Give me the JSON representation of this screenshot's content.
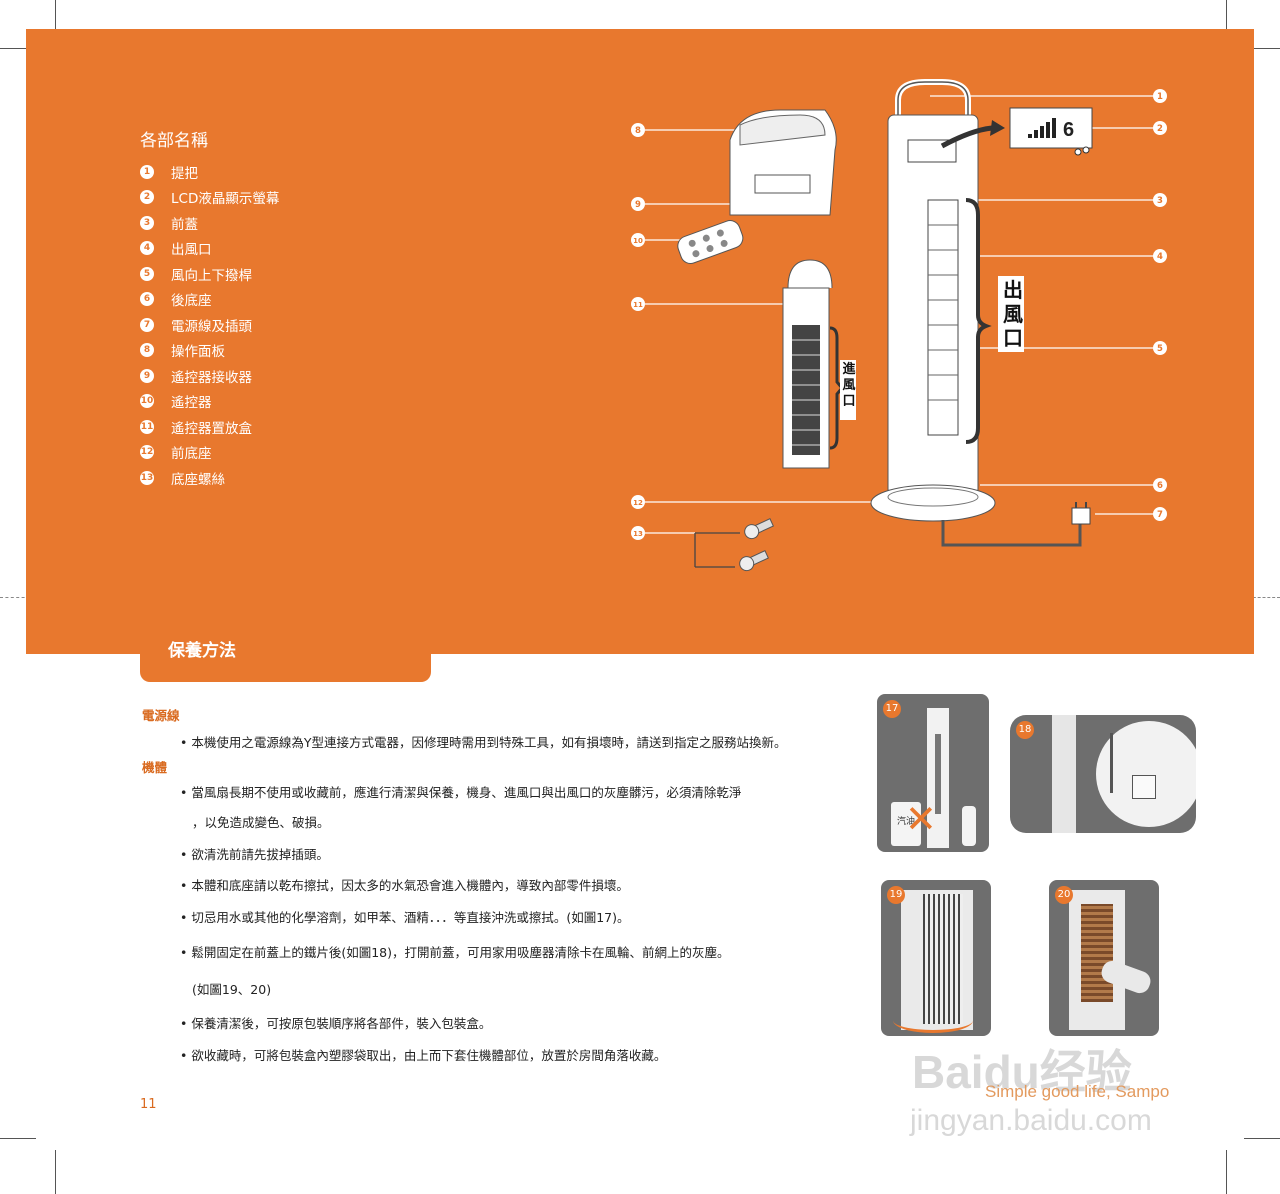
{
  "parts_section": {
    "title": "各部名稱",
    "items": [
      {
        "num": "1",
        "label": "提把"
      },
      {
        "num": "2",
        "label": "LCD液晶顯示螢幕"
      },
      {
        "num": "3",
        "label": "前蓋"
      },
      {
        "num": "4",
        "label": "出風口"
      },
      {
        "num": "5",
        "label": "風向上下撥桿"
      },
      {
        "num": "6",
        "label": "後底座"
      },
      {
        "num": "7",
        "label": "電源線及插頭"
      },
      {
        "num": "8",
        "label": "操作面板"
      },
      {
        "num": "9",
        "label": "遙控器接收器"
      },
      {
        "num": "10",
        "label": "遙控器"
      },
      {
        "num": "11",
        "label": "遙控器置放盒"
      },
      {
        "num": "12",
        "label": "前底座"
      },
      {
        "num": "13",
        "label": "底座螺絲"
      }
    ]
  },
  "diagram": {
    "outlet_label": "出風口",
    "inlet_label": "進風口",
    "lcd_digit": "6",
    "callouts": [
      "1",
      "2",
      "3",
      "4",
      "5",
      "6",
      "7",
      "8",
      "9",
      "10",
      "11",
      "12",
      "13"
    ]
  },
  "care_section": {
    "title": "保養方法",
    "power_cord_heading": "電源線",
    "power_cord_text": "• 本機使用之電源線為Y型連接方式電器，因修理時需用到特殊工具，如有損壞時，請送到指定之服務站換新。",
    "body_heading": "機體",
    "body_lines": [
      "• 當風扇長期不使用或收藏前，應進行清潔與保養，機身、進風口與出風口的灰塵髒污，必須清除乾淨",
      "，以免造成變色、破損。",
      "• 欲清洗前請先拔掉插頭。",
      "• 本體和底座請以乾布擦拭，因太多的水氣恐會進入機體內，導致內部零件損壞。",
      "• 切忌用水或其他的化學溶劑，如甲苯、酒精．．．等直接沖洗或擦拭。(如圖17)。",
      "• 鬆開固定在前蓋上的鐵片後(如圖18)，打開前蓋，可用家用吸塵器清除卡在風輪、前網上的灰塵。",
      "(如圖19、20)",
      "• 保養清潔後，可按原包裝順序將各部件，裝入包裝盒。",
      "• 欲收藏時，可將包裝盒內塑膠袋取出，由上而下套住機體部位，放置於房間角落收藏。"
    ]
  },
  "figures": [
    {
      "num": "17",
      "label": "汽油"
    },
    {
      "num": "18"
    },
    {
      "num": "19"
    },
    {
      "num": "20"
    }
  ],
  "page_number": "11",
  "tagline": "Simple good life, Sampo",
  "watermark": {
    "brand": "Baidu经验",
    "url": "jingyan.baidu.com"
  },
  "colors": {
    "accent": "#e8782e"
  }
}
